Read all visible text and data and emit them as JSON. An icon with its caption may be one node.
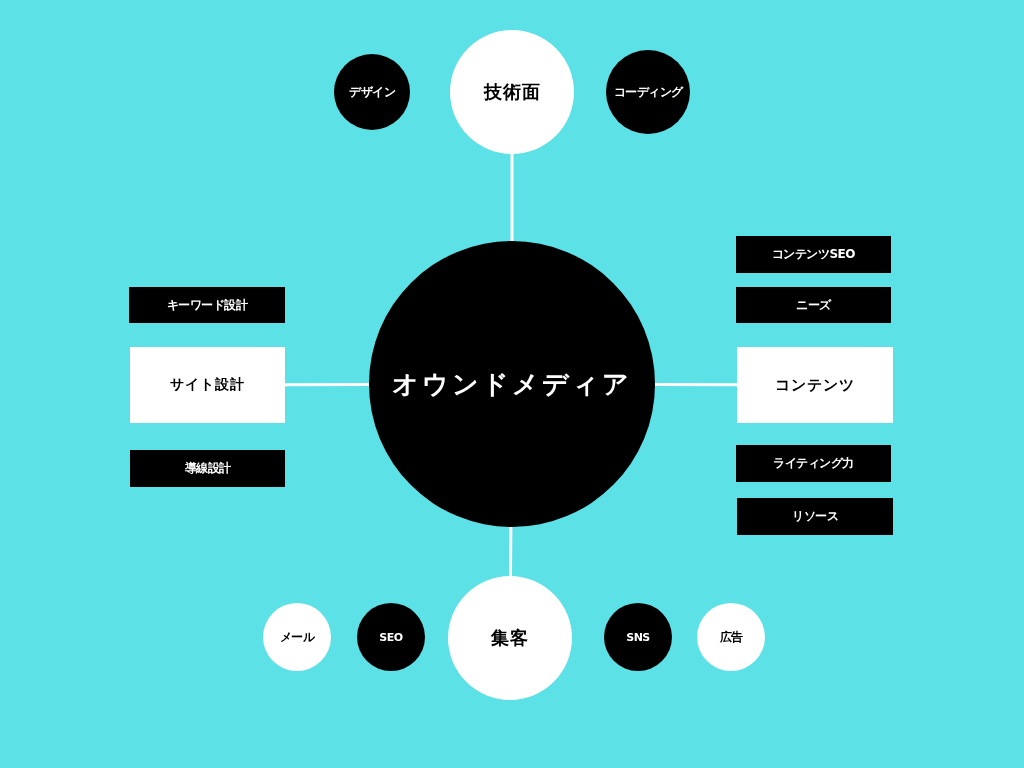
{
  "diagram": {
    "nodes": [
      {
        "text": [
          "オウンドメディア"
        ]
      },
      {
        "text": [
          "技術面"
        ]
      },
      {
        "text": [
          "デザイン"
        ]
      },
      {
        "text": [
          "コーディング"
        ]
      },
      {
        "text": [
          "キーワード設計"
        ]
      },
      {
        "text": [
          "サイト設計"
        ]
      },
      {
        "text": [
          "導線設計"
        ]
      },
      {
        "text": [
          "コンテンツSEO"
        ]
      },
      {
        "text": [
          "ニーズ"
        ]
      },
      {
        "text": [
          "コンテンツ"
        ]
      },
      {
        "text": [
          "ライティング力"
        ]
      },
      {
        "text": [
          "リソース"
        ]
      },
      {
        "text": [
          "メール"
        ]
      },
      {
        "text": [
          "SEO"
        ]
      },
      {
        "text": [
          "集客"
        ]
      },
      {
        "text": [
          "SNS"
        ]
      },
      {
        "text": [
          "広告"
        ]
      }
    ],
    "edges": [
      {
        "from": 1,
        "to": 0,
        "arrow": "none"
      },
      {
        "from": 5,
        "to": 0,
        "arrow": "none"
      },
      {
        "from": 0,
        "to": 9,
        "arrow": "none"
      },
      {
        "from": 0,
        "to": 14,
        "arrow": "none"
      }
    ]
  }
}
